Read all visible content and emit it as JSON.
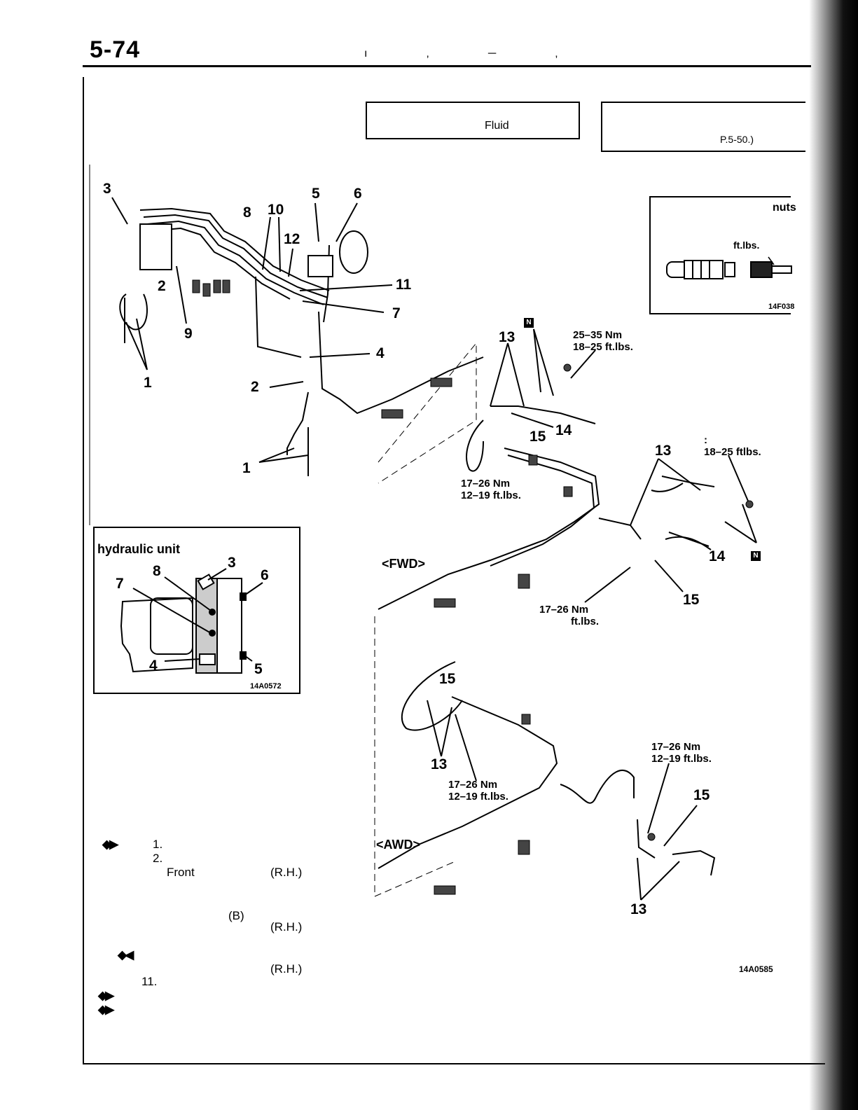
{
  "page": {
    "number": "5-74",
    "header_marks": "ı   ‚ ─   ‚"
  },
  "boxes": {
    "fluid": {
      "text": "Fluid"
    },
    "reference": {
      "text": "P.5-50.)"
    },
    "nuts_box": {
      "title": "nuts",
      "unit": "ft.lbs.",
      "fig_code": "14F038"
    }
  },
  "inset": {
    "title": "hydraulic  unit",
    "fig_code": "14A0572",
    "callouts": [
      "3",
      "8",
      "6",
      "7",
      "4",
      "5"
    ]
  },
  "main_callouts": {
    "c3": "3",
    "c5": "5",
    "c6": "6",
    "c8": "8",
    "c10": "10",
    "c12": "12",
    "c2a": "2",
    "c11": "11",
    "c9": "9",
    "c7": "7",
    "c4": "4",
    "c1a": "1",
    "c2b": "2",
    "c1b": "1",
    "c13a": "13",
    "c14a": "14",
    "c15a": "15",
    "c13b": "13",
    "c14b": "14",
    "c15b": "15",
    "c15c": "15",
    "c13c": "13",
    "c15d": "15",
    "c13d": "13"
  },
  "torques": {
    "t1": {
      "nm": "25–35 Nm",
      "ft": "18–25 ft.lbs."
    },
    "t2": {
      "nm": "17–26 Nm",
      "ft": "12–19 ft.lbs."
    },
    "t3": {
      "colon": ":",
      "ft": "18–25 ftlbs."
    },
    "t4": {
      "nm": "17–26 Nm",
      "ft": "ft.lbs."
    },
    "t5": {
      "nm": "17–26 Nm",
      "ft": "12–19 ft.lbs."
    },
    "t6": {
      "nm": "17–26 Nm",
      "ft": "12–19 ft.lbs."
    }
  },
  "models": {
    "fwd": "<FWD>",
    "awd": "<AWD>"
  },
  "diagram_code": "14A0585",
  "n_badge": "N",
  "steps": {
    "s1": "1.",
    "s2": "2.",
    "s2b": "Front",
    "s2c": "(R.H.)",
    "s3": "(B)",
    "s3b": "(R.H.)",
    "s4": "(R.H.)",
    "s11": "11."
  }
}
